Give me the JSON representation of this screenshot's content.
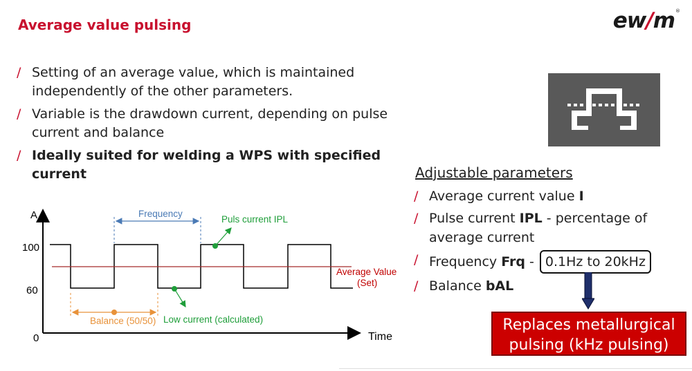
{
  "header": {
    "title": "Average value pulsing",
    "logo_text": "ewm"
  },
  "bullets": [
    "Setting of an average value, which is maintained independently of the other parameters.",
    "Variable is the drawdown current, depending on pulse current and balance",
    "Ideally suited for welding a WPS with specified current"
  ],
  "parameters": {
    "heading": "Adjustable parameters",
    "items": [
      {
        "text": "Average current value ",
        "code": "I"
      },
      {
        "text": "Pulse current ",
        "code": "IPL",
        "suffix": " - percentage of average current"
      },
      {
        "text": "Frequency ",
        "code": "Frq",
        "sep": " - ",
        "range": "0.1Hz to 20kHz"
      },
      {
        "text": "Balance ",
        "code": "bAL"
      }
    ]
  },
  "callout": {
    "line1": "Replaces metallurgical",
    "line2": "pulsing (kHz pulsing)"
  },
  "diagram": {
    "y_axis_label": "A",
    "x_axis_label": "Time",
    "origin_label": "0",
    "high_label": "100",
    "low_label": "60",
    "frequency_label": "Frequency",
    "pulse_current_label": "Puls current IPL",
    "average_label_line1": "Average Value",
    "average_label_line2": "(Set)",
    "low_current_label": "Low current (calculated)",
    "balance_label": "Balance (50/50)",
    "colors": {
      "waveform": "#000000",
      "average_line": "#a52a2a",
      "frequency": "#4a7ab5",
      "pulse_current": "#1f9e3a",
      "balance": "#e8923a",
      "average_text": "#c00000"
    }
  },
  "icons": {
    "pulse_icon": "pulse-waveform-icon",
    "arrow": "arrow-down-icon"
  }
}
